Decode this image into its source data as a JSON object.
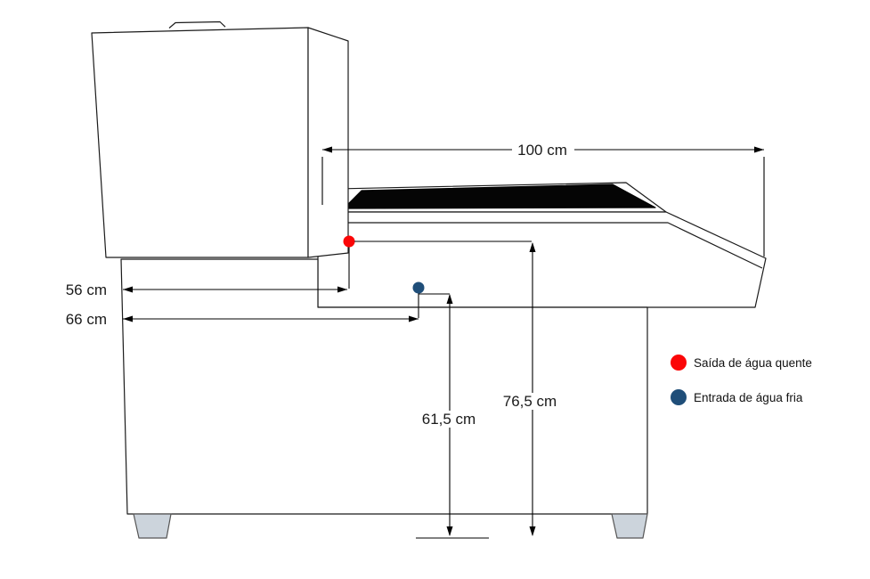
{
  "colors": {
    "hot": "#fb0607",
    "cold": "#1f4e79",
    "line": "#1b1b1b",
    "panel_black": "#050505",
    "foot_gray": "#ccd4dc"
  },
  "dimensions": {
    "top_width": "100 cm",
    "hot_outlet_offset": "56 cm",
    "cold_inlet_offset": "66 cm",
    "hot_outlet_height": "76,5 cm",
    "cold_inlet_height": "61,5 cm"
  },
  "legend": [
    {
      "label": "Saída de água quente"
    },
    {
      "label": "Entrada de água fria"
    }
  ]
}
